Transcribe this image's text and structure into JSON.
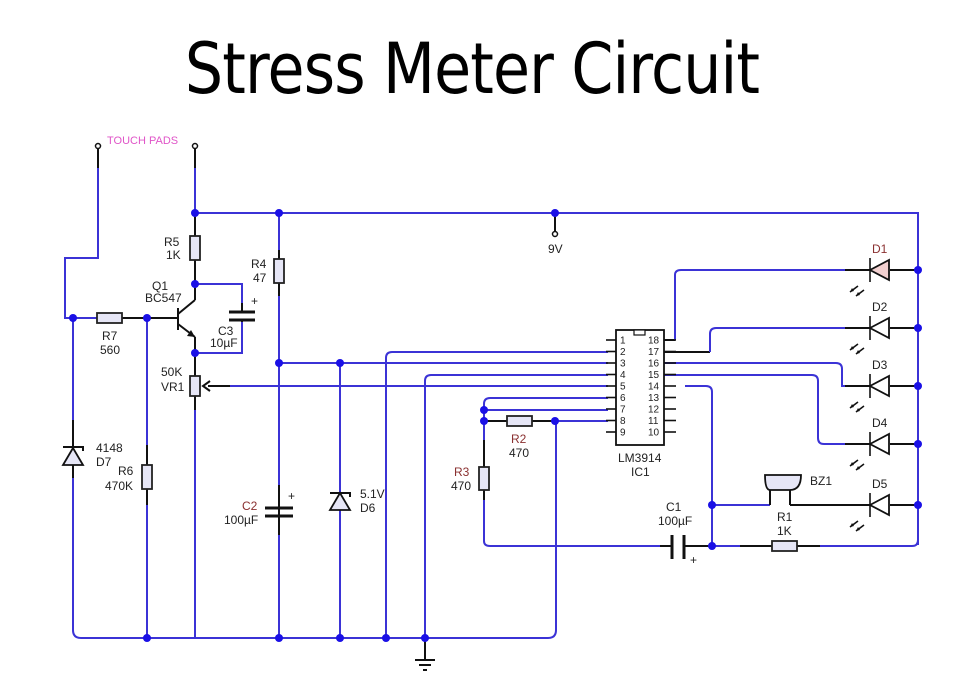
{
  "title": "Stress Meter Circuit",
  "labels": {
    "touch_pads": "TOUCH PADS",
    "supply": "9V",
    "r5": {
      "ref": "R5",
      "value": "1K"
    },
    "r4": {
      "ref": "R4",
      "value": "47"
    },
    "q1": {
      "ref": "Q1",
      "value": "BC547"
    },
    "c3": {
      "ref": "C3",
      "value": "10µF"
    },
    "r7": {
      "ref": "R7",
      "value": "560"
    },
    "vr1": {
      "ref": "VR1",
      "value": "50K"
    },
    "d7": {
      "ref": "D7",
      "value": "4148"
    },
    "r6": {
      "ref": "R6",
      "value": "470K"
    },
    "c2": {
      "ref": "C2",
      "value": "100µF"
    },
    "d6": {
      "ref": "D6",
      "value": "5.1V"
    },
    "r2": {
      "ref": "R2",
      "value": "470"
    },
    "r3": {
      "ref": "R3",
      "value": "470"
    },
    "ic1": {
      "ref": "IC1",
      "value": "LM3914"
    },
    "c1": {
      "ref": "C1",
      "value": "100µF"
    },
    "r1": {
      "ref": "R1",
      "value": "1K"
    },
    "bz1": {
      "ref": "BZ1"
    },
    "d1": "D1",
    "d2": "D2",
    "d3": "D3",
    "d4": "D4",
    "d5": "D5",
    "plus": "+"
  },
  "ic_pins_left": [
    "1",
    "2",
    "3",
    "4",
    "5",
    "6",
    "7",
    "8",
    "9"
  ],
  "ic_pins_right": [
    "18",
    "17",
    "16",
    "15",
    "14",
    "13",
    "12",
    "11",
    "10"
  ]
}
